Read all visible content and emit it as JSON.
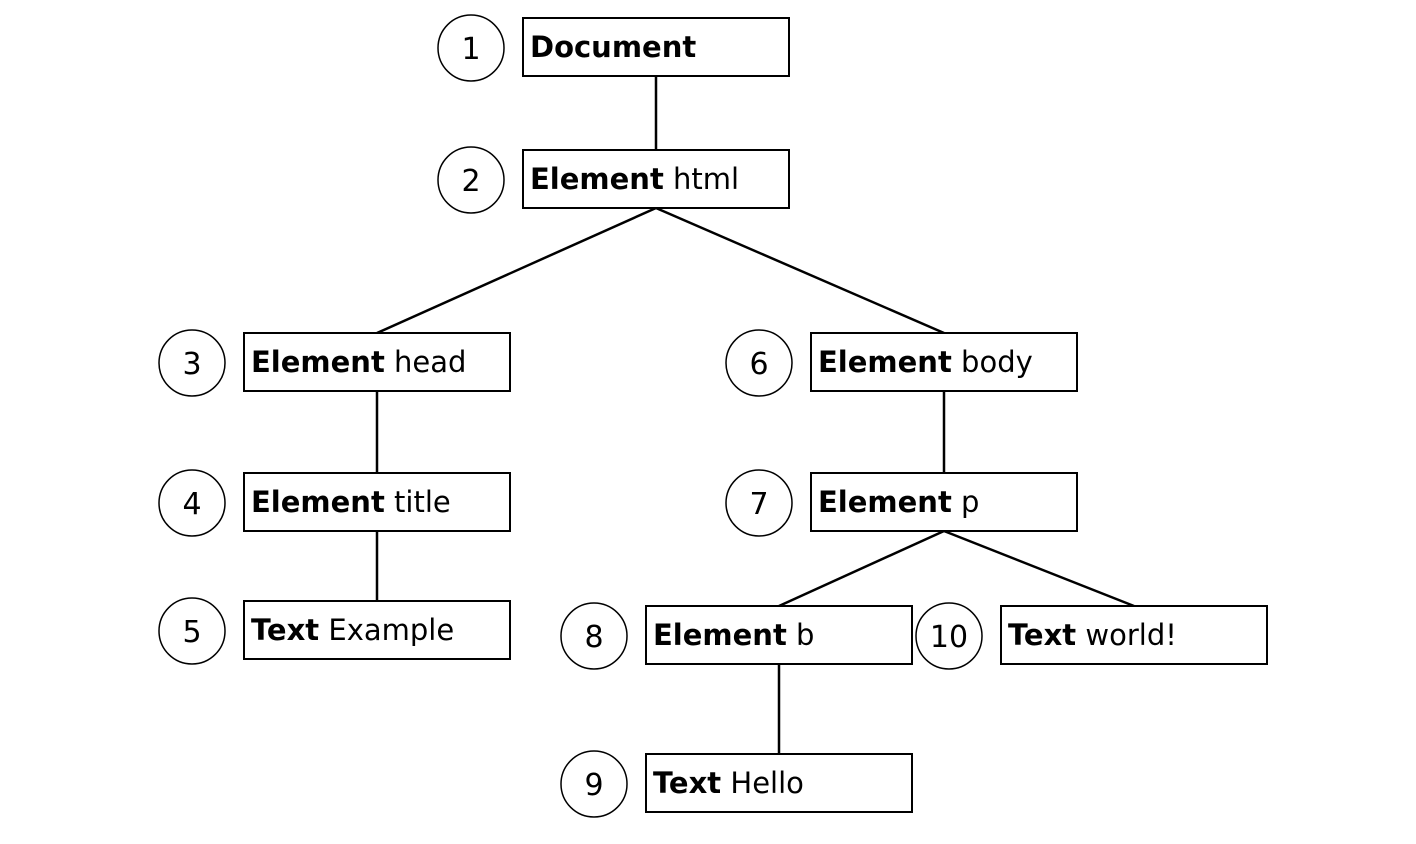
{
  "nodes": [
    {
      "id": 1,
      "number": "1",
      "type": "Document",
      "value": ""
    },
    {
      "id": 2,
      "number": "2",
      "type": "Element",
      "value": "html"
    },
    {
      "id": 3,
      "number": "3",
      "type": "Element",
      "value": "head"
    },
    {
      "id": 4,
      "number": "4",
      "type": "Element",
      "value": "title"
    },
    {
      "id": 5,
      "number": "5",
      "type": "Text",
      "value": "Example"
    },
    {
      "id": 6,
      "number": "6",
      "type": "Element",
      "value": "body"
    },
    {
      "id": 7,
      "number": "7",
      "type": "Element",
      "value": "p"
    },
    {
      "id": 8,
      "number": "8",
      "type": "Element",
      "value": "b"
    },
    {
      "id": 9,
      "number": "9",
      "type": "Text",
      "value": "Hello"
    },
    {
      "id": 10,
      "number": "10",
      "type": "Text",
      "value": "world!"
    }
  ],
  "edges": [
    {
      "from": 1,
      "to": 2
    },
    {
      "from": 2,
      "to": 3
    },
    {
      "from": 2,
      "to": 6
    },
    {
      "from": 3,
      "to": 4
    },
    {
      "from": 4,
      "to": 5
    },
    {
      "from": 6,
      "to": 7
    },
    {
      "from": 7,
      "to": 8
    },
    {
      "from": 7,
      "to": 10
    },
    {
      "from": 8,
      "to": 9
    }
  ]
}
